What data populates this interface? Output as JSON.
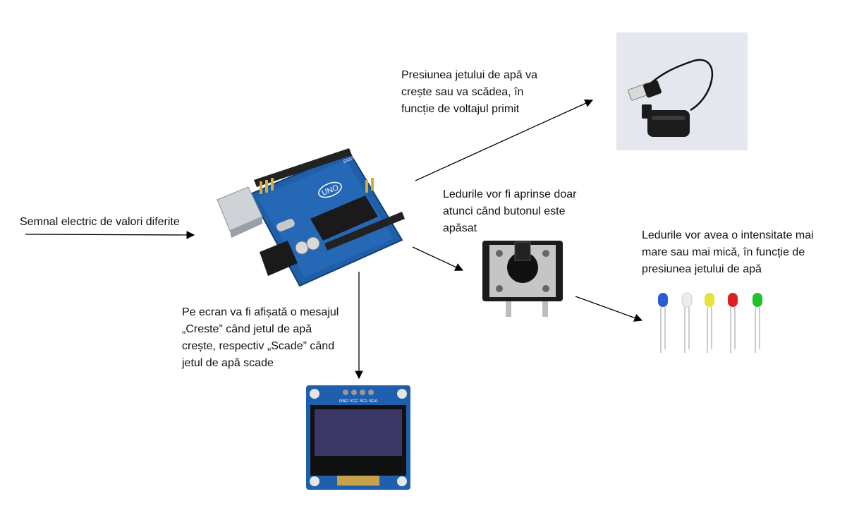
{
  "labels": {
    "signal": "Semnal electric de valori diferite",
    "pump": "Presiunea jetului de apă va\ncrește sau va scădea, în\nfuncție de voltajul primit",
    "button": "Ledurile vor fi aprinse doar\natunci când butonul este\napăsat",
    "leds": "Ledurile vor avea o intensitate mai\nmare sau mai mică, în funcție de\npresiunea jetului de apă",
    "display": "Pe ecran va fi afișată o mesajul\n„Creste” când jetul de apă\ncrește, respectiv „Scade” când\njetul de apă scade"
  },
  "board": {
    "logo": "UNO",
    "silk": "DIGITAL (PWM~)"
  },
  "oled": {
    "pins": "GND VCC SCL SDA"
  },
  "led_colors": [
    "#2a5bd7",
    "#e8e8e8",
    "#e6e23a",
    "#e02020",
    "#22c02a"
  ],
  "colors": {
    "board": "#1f5fa8",
    "arrow": "#000000"
  }
}
